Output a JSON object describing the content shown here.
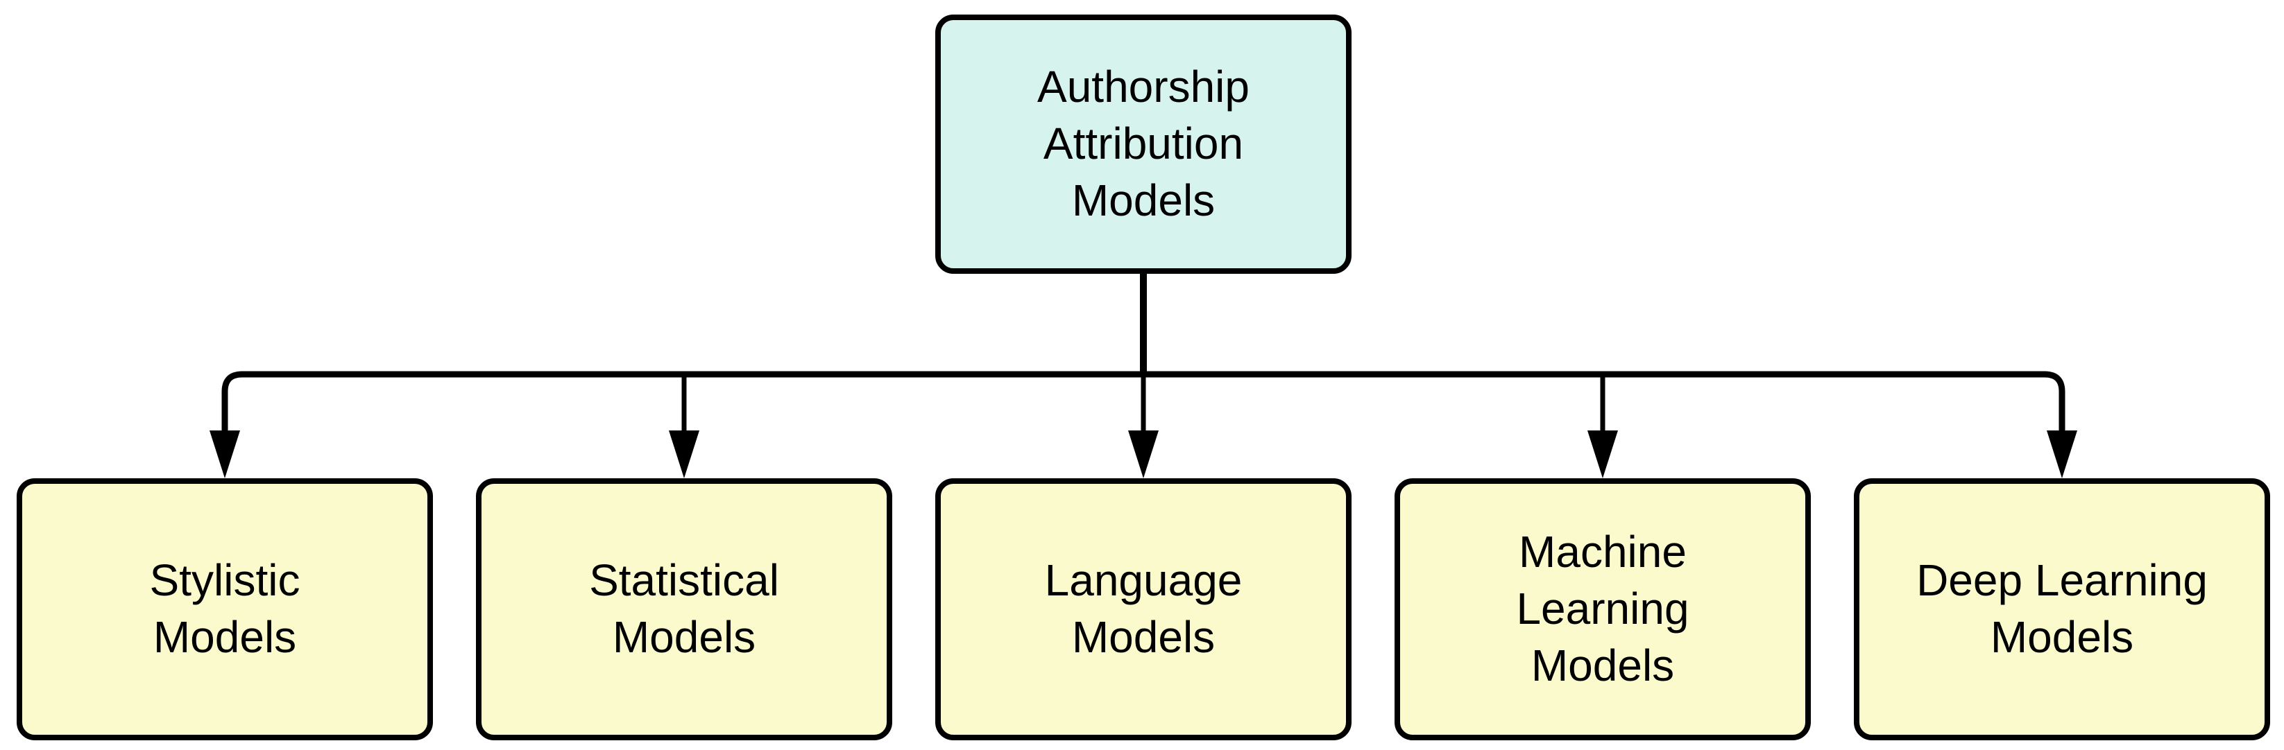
{
  "diagram": {
    "background_color": "#ffffff",
    "stroke_color": "#000000",
    "root_node": {
      "label": "Authorship\nAttribution\nModels",
      "fill_color": "#d7f3ee"
    },
    "child_nodes": [
      {
        "label": "Stylistic\nModels",
        "fill_color": "#fafacd"
      },
      {
        "label": "Statistical\nModels",
        "fill_color": "#fafacd"
      },
      {
        "label": "Language\nModels",
        "fill_color": "#fafacd"
      },
      {
        "label": "Machine\nLearning\nModels",
        "fill_color": "#fafacd"
      },
      {
        "label": "Deep Learning\nModels",
        "fill_color": "#fafacd"
      }
    ]
  }
}
